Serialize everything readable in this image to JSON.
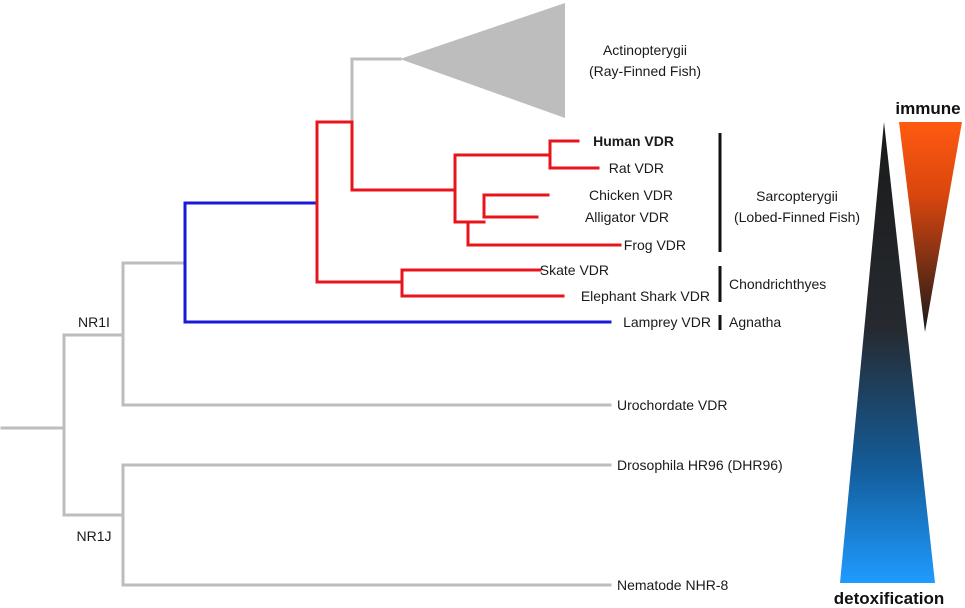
{
  "tree": {
    "nodes": {
      "nr1i": "NR1I",
      "nr1j": "NR1J"
    },
    "clade_actinopterygii": [
      "Actinopterygii",
      "(Ray-Finned Fish)"
    ],
    "taxa": {
      "human": "Human VDR",
      "rat": "Rat VDR",
      "chicken": "Chicken VDR",
      "alligator": "Alligator VDR",
      "frog": "Frog VDR",
      "skate": "Skate VDR",
      "elephant_shark": "Elephant Shark VDR",
      "lamprey": "Lamprey VDR",
      "urochordate": "Urochordate VDR",
      "drosophila": "Drosophila HR96 (DHR96)",
      "nematode": "Nematode NHR-8"
    },
    "groups": {
      "sarcopterygii": [
        "Sarcopterygii",
        "(Lobed-Finned Fish)"
      ],
      "chondrichthyes": "Chondrichthyes",
      "agnatha": "Agnatha"
    },
    "branch_colors": {
      "vertebrate_vdr": "#e8141b",
      "stem": "#1a1ad6",
      "other": "#bdbdbd"
    }
  },
  "gradients": {
    "immune": {
      "label": "immune",
      "colors": [
        "#ff5a10",
        "#1a1a1a"
      ]
    },
    "detoxification": {
      "label": "detoxification",
      "colors": [
        "#1a1a1a",
        "#1e9bff"
      ]
    }
  }
}
